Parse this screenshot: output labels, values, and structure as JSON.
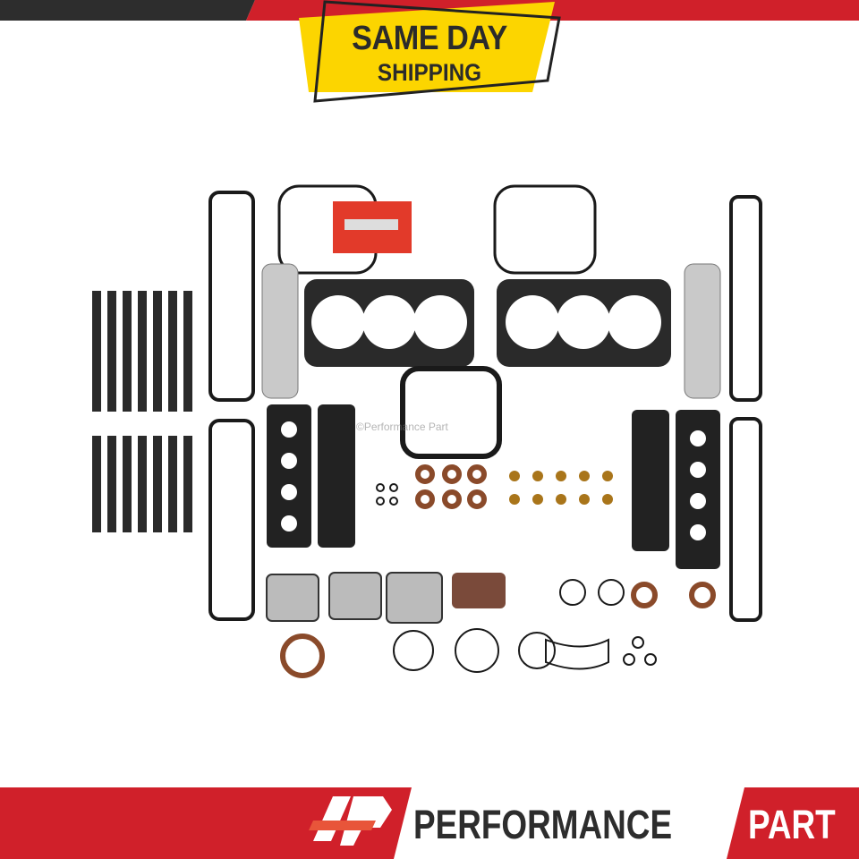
{
  "badge": {
    "line1": "SAME DAY",
    "line2": "SHIPPING"
  },
  "watermark": "©Performance Part",
  "brand": {
    "logo": "PP",
    "name": "PERFORMANCE",
    "part": "PART"
  },
  "colors": {
    "red": "#d0202a",
    "dark": "#2d2d2d",
    "yellow": "#fcd500",
    "gasket": "#1a1a1a",
    "seal": "#8a4a2a"
  }
}
